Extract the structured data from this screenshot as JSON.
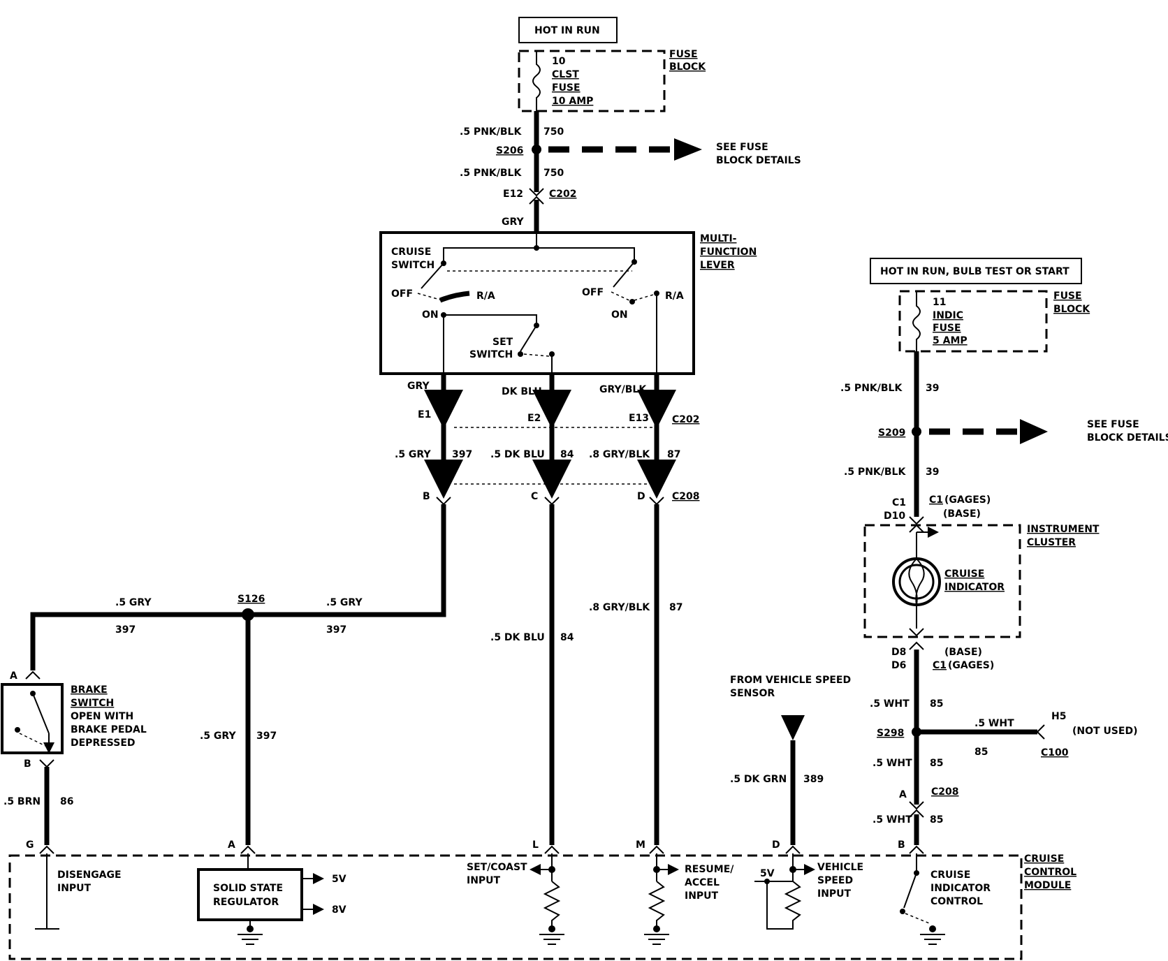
{
  "top": {
    "hot_in_run": "HOT IN RUN",
    "fuse_num": "10",
    "fuse_name1": "CLST",
    "fuse_name2": "FUSE",
    "fuse_amp": "10 AMP",
    "fuse_block1": "FUSE",
    "fuse_block2": "BLOCK",
    "w1": ".5 PNK/BLK",
    "c1": "750",
    "splice": "S206",
    "see1": "SEE FUSE",
    "see2": "BLOCK DETAILS",
    "w2": ".5 PNK/BLK",
    "c2": "750",
    "pin": "E12",
    "conn": "C202",
    "gry": "GRY"
  },
  "lever": {
    "title1": "MULTI-",
    "title2": "FUNCTION",
    "title3": "LEVER",
    "cruise1": "CRUISE",
    "cruise2": "SWITCH",
    "off_l": "OFF",
    "ra_l": "R/A",
    "on_l": "ON",
    "off_r": "OFF",
    "ra_r": "R/A",
    "on_r": "ON",
    "set1": "SET",
    "set2": "SWITCH"
  },
  "mid": {
    "o1": "GRY",
    "o2": "DK BLU",
    "o3": "GRY/BLK",
    "e1": "E1",
    "e2": "E2",
    "e13": "E13",
    "c202": "C202",
    "w1": ".5 GRY",
    "n1": "397",
    "w2": ".5 DK BLU",
    "n2": "84",
    "w3": ".8 GRY/BLK",
    "n3": "87",
    "b": "B",
    "c": "C",
    "d": "D",
    "c208": "C208",
    "w4": ".8 GRY/BLK",
    "n4": "87",
    "w5": ".5 DK BLU",
    "n5": "84"
  },
  "left": {
    "wl": ".5 GRY",
    "nl": "397",
    "s126": "S126",
    "wr": ".5 GRY",
    "nr": "397",
    "a": "A",
    "brake1": "BRAKE",
    "brake2": "SWITCH",
    "brake3": "OPEN WITH",
    "brake4": "BRAKE PEDAL",
    "brake5": "DEPRESSED",
    "b": "B",
    "w_brn": ".5 BRN",
    "n_brn": "86",
    "w_gry": ".5 GRY",
    "n_gry": "397"
  },
  "vss": {
    "from1": "FROM VEHICLE SPEED",
    "from2": "SENSOR",
    "w": ".5 DK GRN",
    "n": "389"
  },
  "right": {
    "hot": "HOT IN RUN, BULB TEST OR START",
    "fuse_num": "11",
    "fuse_name1": "INDIC",
    "fuse_name2": "FUSE",
    "fuse_amp": "5 AMP",
    "fuse_block1": "FUSE",
    "fuse_block2": "BLOCK",
    "w1": ".5 PNK/BLK",
    "n1": "39",
    "s209": "S209",
    "see1": "SEE FUSE",
    "see2": "BLOCK DETAILS",
    "w2": ".5 PNK/BLK",
    "n2": "39",
    "c1": "C1",
    "d10": "D10",
    "c1g": "C1",
    "gages": "(GAGES)",
    "base": "(BASE)",
    "ic1": "INSTRUMENT",
    "ic2": "CLUSTER",
    "ci1": "CRUISE",
    "ci2": "INDICATOR",
    "d8": "D8",
    "d6": "D6",
    "base2": "(BASE)",
    "c1b": "C1",
    "gages2": "(GAGES)",
    "w3": ".5 WHT",
    "n3": "85",
    "s298": "S298",
    "w4": ".5 WHT",
    "n4": "85",
    "w5": ".5 WHT",
    "n5": "85",
    "h5": "H5",
    "notused": "(NOT USED)",
    "c100": "C100",
    "a": "A",
    "c208": "C208",
    "w6": ".5 WHT",
    "n6": "85"
  },
  "module": {
    "g": "G",
    "a": "A",
    "l": "L",
    "m": "M",
    "d": "D",
    "b": "B",
    "title1": "CRUISE",
    "title2": "CONTROL",
    "title3": "MODULE",
    "dis1": "DISENGAGE",
    "dis2": "INPUT",
    "reg1": "SOLID STATE",
    "reg2": "REGULATOR",
    "v5": "5V",
    "v8": "8V",
    "sc1": "SET/COAST",
    "sc2": "INPUT",
    "ra1": "RESUME/",
    "ra2": "ACCEL",
    "ra3": "INPUT",
    "v5b": "5V",
    "vs1": "VEHICLE",
    "vs2": "SPEED",
    "vs3": "INPUT",
    "cic1": "CRUISE",
    "cic2": "INDICATOR",
    "cic3": "CONTROL"
  }
}
